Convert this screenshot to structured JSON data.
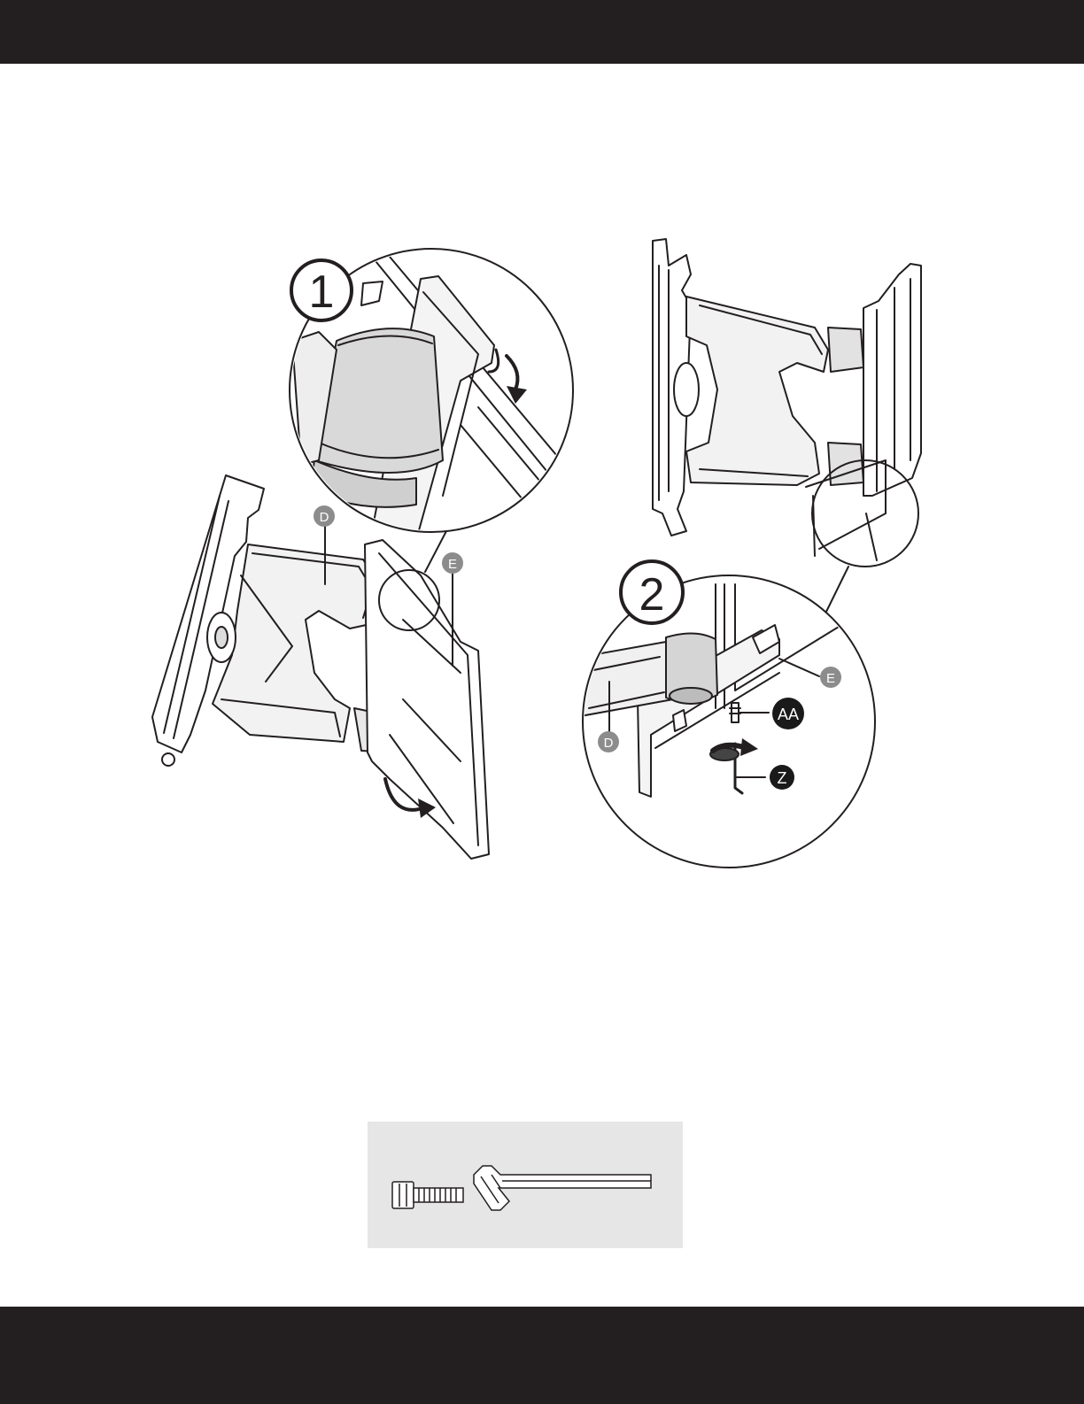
{
  "steps": [
    "1",
    "2"
  ],
  "labels": {
    "D": "D",
    "E": "E",
    "AA": "AA",
    "Z": "Z"
  },
  "colors": {
    "band": "#231f20",
    "callout_grey": "#8c8c8c",
    "callout_dark": "#1a1a1a",
    "hardware_bg": "#e6e6e6",
    "part_fill": "#dcdcdc"
  },
  "icons": {
    "rotate_arrow": "curved-arrow-icon",
    "turn_arrow": "rotation-arrow-icon",
    "screw": "screw-icon",
    "hex_key": "hex-key-icon"
  }
}
